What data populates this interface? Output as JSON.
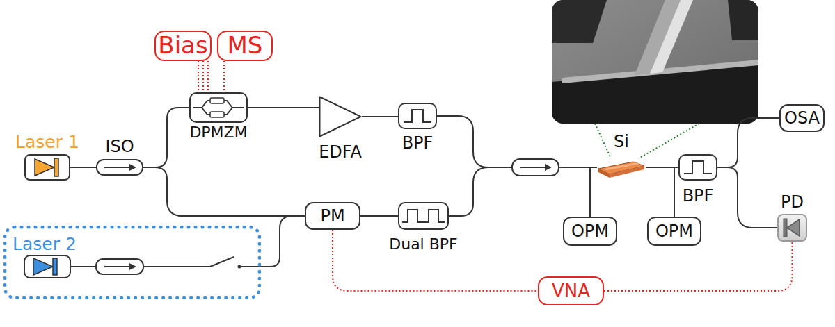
{
  "diagram": {
    "nodes": [
      {
        "text": [
          "Bias"
        ]
      },
      {
        "text": [
          "MS"
        ]
      },
      {
        "text": [
          "Laser 1"
        ]
      },
      {
        "text": [
          "ISO"
        ]
      },
      {
        "text": [
          "DPMZM"
        ]
      },
      {
        "text": [
          "EDFA"
        ]
      },
      {
        "text": [
          "BPF"
        ]
      },
      {
        "text": [
          "Si"
        ]
      },
      {
        "text": [
          "OSA"
        ]
      },
      {
        "text": [
          "BPF"
        ]
      },
      {
        "text": [
          "PM"
        ]
      },
      {
        "text": [
          "Dual BPF"
        ]
      },
      {
        "text": [
          "OPM"
        ]
      },
      {
        "text": [
          "OPM"
        ]
      },
      {
        "text": [
          "PD"
        ]
      },
      {
        "text": [
          "Laser 2"
        ]
      },
      {
        "text": [
          "VNA"
        ]
      }
    ],
    "edges": [
      {
        "from": 2,
        "to": 3,
        "arrow": "none"
      },
      {
        "from": 3,
        "to": 4,
        "arrow": "none"
      },
      {
        "from": 3,
        "to": 10,
        "arrow": "none"
      },
      {
        "from": 0,
        "to": 4,
        "arrow": "none"
      },
      {
        "from": 1,
        "to": 4,
        "arrow": "none"
      },
      {
        "from": 4,
        "to": 5,
        "arrow": "none"
      },
      {
        "from": 5,
        "to": 6,
        "arrow": "none"
      },
      {
        "from": 6,
        "to": 7,
        "arrow": "none"
      },
      {
        "from": 11,
        "to": 7,
        "arrow": "none"
      },
      {
        "from": 15,
        "to": 10,
        "arrow": "none"
      },
      {
        "from": 10,
        "to": 11,
        "arrow": "none"
      },
      {
        "from": 7,
        "to": 9,
        "arrow": "none"
      },
      {
        "from": 9,
        "to": 8,
        "arrow": "none"
      },
      {
        "from": 9,
        "to": 14,
        "arrow": "none"
      },
      {
        "from": 10,
        "to": 16,
        "arrow": "none"
      },
      {
        "from": 16,
        "to": 14,
        "arrow": "none"
      }
    ]
  }
}
